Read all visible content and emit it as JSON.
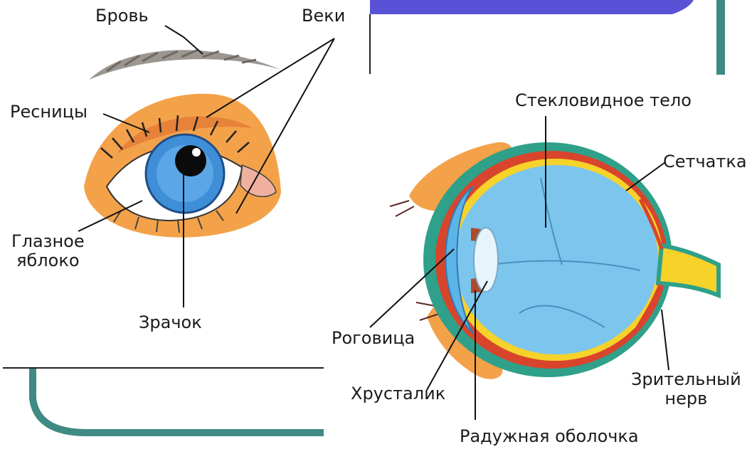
{
  "left_figure": {
    "labels": {
      "brow": "Бровь",
      "eyelids": "Веки",
      "lashes": "Ресницы",
      "eyeball_line1": "Глазное",
      "eyeball_line2": "яблоко",
      "pupil": "Зрачок"
    }
  },
  "right_figure": {
    "labels": {
      "vitreous": "Стекловидное тело",
      "retina": "Сетчатка",
      "cornea": "Роговица",
      "lens": "Хрусталик",
      "optic_nerve_line1": "Зрительный",
      "optic_nerve_line2": "нерв",
      "iris": "Радужная оболочка"
    }
  },
  "colors": {
    "slide_banner": "#5a52d6",
    "slide_frame": "#3f8a82",
    "eye_blue": "#3f8fd8",
    "skin_orange": "#f3a24a",
    "vitreous_blue": "#7cc6ee",
    "sclera_green": "#2fa08a",
    "choroid_red": "#d8452c",
    "retina_yellow": "#f6d22a"
  }
}
